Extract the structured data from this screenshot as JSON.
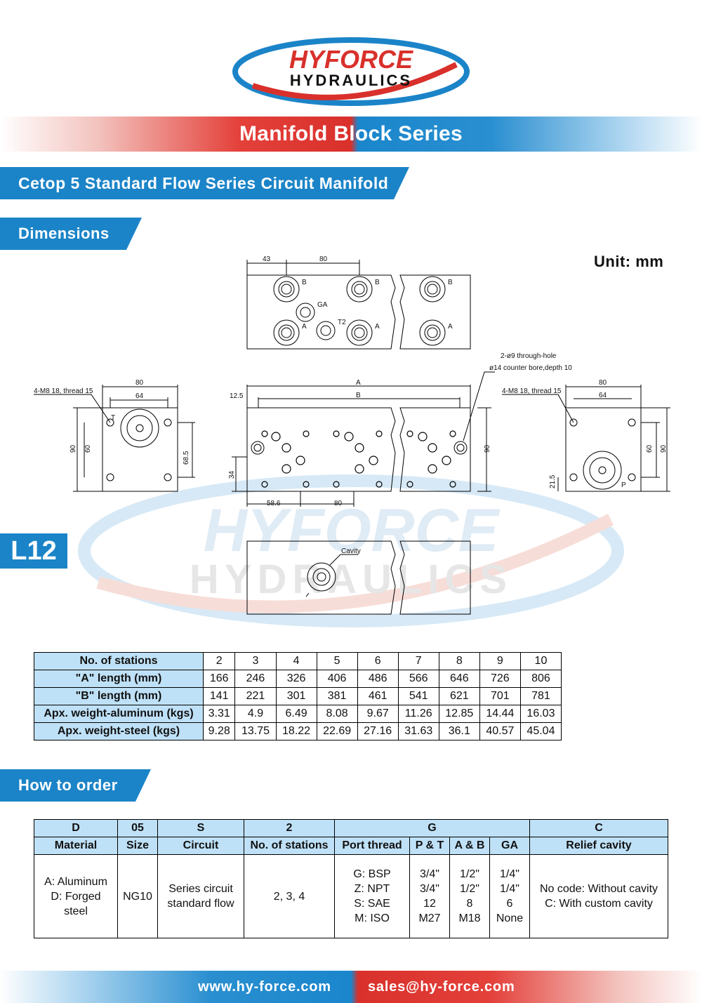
{
  "logo": {
    "line1": "HYFORCE",
    "line2": "HYDRAULICS"
  },
  "banner": {
    "title": "Manifold Block Series"
  },
  "subtitle": "Cetop 5 Standard Flow Series Circuit Manifold",
  "dimensions_heading": "Dimensions",
  "unit": "Unit: mm",
  "model": "L12",
  "watermark": {
    "line1": "HYFORCE",
    "line2": "HYDRAULICS"
  },
  "drawing_labels": {
    "top_dim_43": "43",
    "top_dim_80": "80",
    "port_b": "B",
    "port_a": "A",
    "port_ga": "GA",
    "port_t2": "T2",
    "port_t": "T",
    "port_p": "P",
    "left_note": "4-M8   18, thread 15",
    "right_note": "4-M8   18, thread 15",
    "thru_note1": "2-ø9 through-hole",
    "thru_note2": "ø14 counter bore,depth 10",
    "dim_80": "80",
    "dim_64": "64",
    "dim_90": "90",
    "dim_60": "60",
    "dim_68_5": "68.5",
    "dim_a": "A",
    "dim_b": "B",
    "dim_12_5": "12.5",
    "dim_34": "34",
    "dim_58_6": "58.6",
    "dim_21_5": "21.5",
    "cavity": "Cavity"
  },
  "spec_table": {
    "headers": [
      "No. of stations",
      "\"A\" length (mm)",
      "\"B\" length (mm)",
      "Apx. weight-aluminum (kgs)",
      "Apx. weight-steel (kgs)"
    ],
    "rows": [
      [
        "2",
        "3",
        "4",
        "5",
        "6",
        "7",
        "8",
        "9",
        "10"
      ],
      [
        "166",
        "246",
        "326",
        "406",
        "486",
        "566",
        "646",
        "726",
        "806"
      ],
      [
        "141",
        "221",
        "301",
        "381",
        "461",
        "541",
        "621",
        "701",
        "781"
      ],
      [
        "3.31",
        "4.9",
        "6.49",
        "8.08",
        "9.67",
        "11.26",
        "12.85",
        "14.44",
        "16.03"
      ],
      [
        "9.28",
        "13.75",
        "18.22",
        "22.69",
        "27.16",
        "31.63",
        "36.1",
        "40.57",
        "45.04"
      ]
    ]
  },
  "order_heading": "How to order",
  "order_table": {
    "codes": [
      "D",
      "05",
      "S",
      "2",
      "G",
      "C"
    ],
    "labels": [
      "Material",
      "Size",
      "Circuit",
      "No. of stations",
      "Port thread",
      "P & T",
      "A & B",
      "GA",
      "Relief cavity"
    ],
    "material": "A: Aluminum\nD: Forged\nsteel",
    "size": "NG10",
    "circuit": "Series circuit\nstandard flow",
    "stations": "2, 3, 4",
    "port_thread": "G: BSP\nZ: NPT\nS: SAE\nM: ISO",
    "pt": "3/4\"\n3/4\"\n12\nM27",
    "ab": "1/2\"\n1/2\"\n8\nM18",
    "ga": "1/4\"\n1/4\"\n6\nNone",
    "relief": "No code: Without cavity\nC: With custom cavity"
  },
  "footer": {
    "web": "www.hy-force.com",
    "email": "sales@hy-force.com"
  },
  "colors": {
    "blue": "#1b84c8",
    "red": "#d9302b",
    "light_blue": "#bfe1f7"
  }
}
